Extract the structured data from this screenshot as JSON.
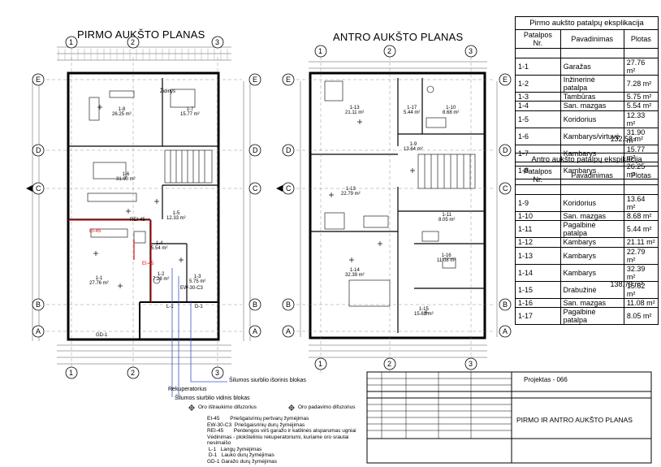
{
  "plans": {
    "ground_title": "PIRMO AUKŠTO PLANAS",
    "upper_title": "ANTRO AUKŠTO PLANAS"
  },
  "axes": {
    "numbers": [
      "1",
      "2",
      "3"
    ],
    "letters": [
      "E",
      "D",
      "C",
      "B",
      "A"
    ]
  },
  "ground_rooms": [
    {
      "label": "1-8",
      "area": "26.25 m²"
    },
    {
      "label": "1-7",
      "area": "15.77 m²"
    },
    {
      "label": "1-6",
      "area": "31.90 m²"
    },
    {
      "label": "1-5",
      "area": "12.33 m²"
    },
    {
      "label": "1-1",
      "area": "27.76 m²"
    },
    {
      "label": "1-4",
      "area": "5.54 m²"
    },
    {
      "label": "1-2",
      "area": "7.28 m²"
    },
    {
      "label": "1-3",
      "area": "5.75 m²"
    }
  ],
  "upper_rooms": [
    {
      "label": "1-13",
      "area": "21.11 m²"
    },
    {
      "label": "1-17",
      "area": "5.44 m²"
    },
    {
      "label": "1-10",
      "area": "8.68 m²"
    },
    {
      "label": "1-9",
      "area": "13.64 m²"
    },
    {
      "label": "1-13",
      "area": "22.79 m²"
    },
    {
      "label": "1-11",
      "area": "8.05 m²"
    },
    {
      "label": "1-16",
      "area": "11.08 m²"
    },
    {
      "label": "1-14",
      "area": "32.39 m²"
    },
    {
      "label": "1-15",
      "area": "15.62 m²"
    }
  ],
  "plan_tags": {
    "fireplace": "Židinys",
    "ei45_a": "EI-45",
    "ei45_b": "EI-45",
    "ew": "EW-30-C3",
    "rei": "REI-45",
    "gd1": "GD-1",
    "d1": "D-1",
    "l1": "L-1"
  },
  "annotations": {
    "outdoor_unit": "Šilumos siurblio išorinis blokas",
    "recuperator": "Rekuperatorius",
    "indoor_unit": "Šilumos siurblio vidinis blokas"
  },
  "legend": {
    "extract": "Oro ištraukimo difuzorius",
    "supply": "Oro padavimo difuzorius",
    "items": [
      {
        "code": "EI-45",
        "text": "Priešgaisrinių pertvarų žymėjimas"
      },
      {
        "code": "EW-30-C3",
        "text": "Priešgaisrinių durų žymėjimas"
      },
      {
        "code": "REI-45",
        "text": "Perdengos virš garažo ir katilinės atsparumas ugniai"
      }
    ],
    "vent_note": "Vėdinimas - plokšteliniu rekuperatoriumi, kuriame oro srautai nesimaišo",
    "marks": [
      {
        "code": "L-1",
        "text": "Langų žymėjimas"
      },
      {
        "code": "D-1",
        "text": "Lauko durų žymėjimas"
      },
      {
        "code": "GD-1",
        "text": "Garažo durų žymėjimas"
      }
    ]
  },
  "table1": {
    "caption": "Pirmo aukšto patalpų eksplikacija",
    "headers": [
      "Patalpos Nr.",
      "Pavadinimas",
      "Plotas"
    ],
    "rows": [
      {
        "nr": "1-1",
        "name": "Garažas",
        "area": "27.76 m²"
      },
      {
        "nr": "1-2",
        "name": "Inžinerinė patalpa",
        "area": "7.28 m²"
      },
      {
        "nr": "1-3",
        "name": "Tambūras",
        "area": "5.75 m²"
      },
      {
        "nr": "1-4",
        "name": "San. mazgas",
        "area": "5.54 m²"
      },
      {
        "nr": "1-5",
        "name": "Koridorius",
        "area": "12.33 m²"
      },
      {
        "nr": "1-6",
        "name": "Kambarys/virtuvė",
        "area": "31.90 m²"
      },
      {
        "nr": "1-7",
        "name": "Kambarys",
        "area": "15.77 m²"
      },
      {
        "nr": "1-8",
        "name": "Kambarys",
        "area": "26.25 m²"
      }
    ],
    "total": "132.58 m²"
  },
  "table2": {
    "caption": "Antro aukšto patalpų ekspikacija",
    "headers": [
      "Patalpos Nr.",
      "Pavadinimas",
      "Plotas"
    ],
    "rows": [
      {
        "nr": "1-9",
        "name": "Koridorius",
        "area": "13.64 m²"
      },
      {
        "nr": "1-10",
        "name": "San. mazgas",
        "area": "8.68 m²"
      },
      {
        "nr": "1-11",
        "name": "Pagalbinė patalpa",
        "area": "5.44 m²"
      },
      {
        "nr": "1-12",
        "name": "Kambarys",
        "area": "21.11 m²"
      },
      {
        "nr": "1-13",
        "name": "Kambarys",
        "area": "22.79 m²"
      },
      {
        "nr": "1-14",
        "name": "Kambarys",
        "area": "32.39 m²"
      },
      {
        "nr": "1-15",
        "name": "Drabužinė",
        "area": "15.62 m²"
      },
      {
        "nr": "1-16",
        "name": "San. mazgas",
        "area": "11.08 m²"
      },
      {
        "nr": "1-17",
        "name": "Pagalbinė patalpa",
        "area": "8.05 m²"
      }
    ],
    "total": "138.79 m²"
  },
  "titleblock": {
    "project": "Projektas - 066",
    "sheet": "PIRMO IR ANTRO AUKŠTO PLANAS"
  }
}
